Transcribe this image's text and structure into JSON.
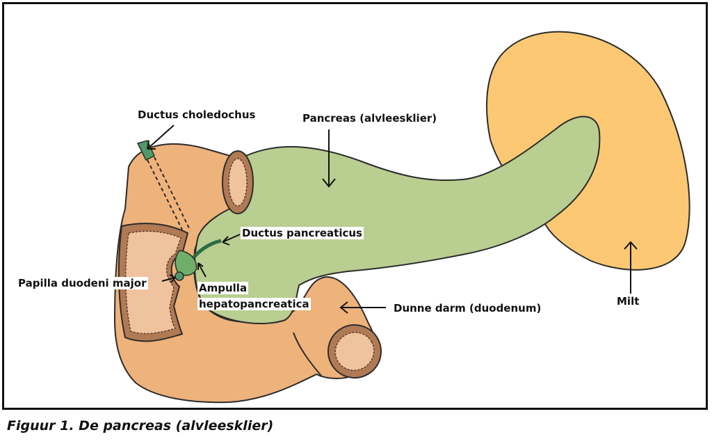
{
  "figure": {
    "caption": "Figuur 1. De pancreas (alvleesklier)",
    "colors": {
      "pancreas": "#b9ce91",
      "duodenum": "#eeb27b",
      "duodenum_lumen": "#f0c39f",
      "mucosa": "#b07a55",
      "spleen": "#fcc873",
      "duct": "#4e9a68",
      "outline": "#2b2b2b"
    },
    "labels": {
      "ductus_choledochus": "Ductus choledochus",
      "pancreas": "Pancreas (alvleesklier)",
      "ductus_pancreaticus": "Ductus pancreaticus",
      "papilla": "Papilla duodeni major",
      "ampulla_line1": "Ampulla",
      "ampulla_line2": "hepatopancreatica",
      "duodenum": "Dunne darm (duodenum)",
      "milt": "Milt"
    }
  }
}
